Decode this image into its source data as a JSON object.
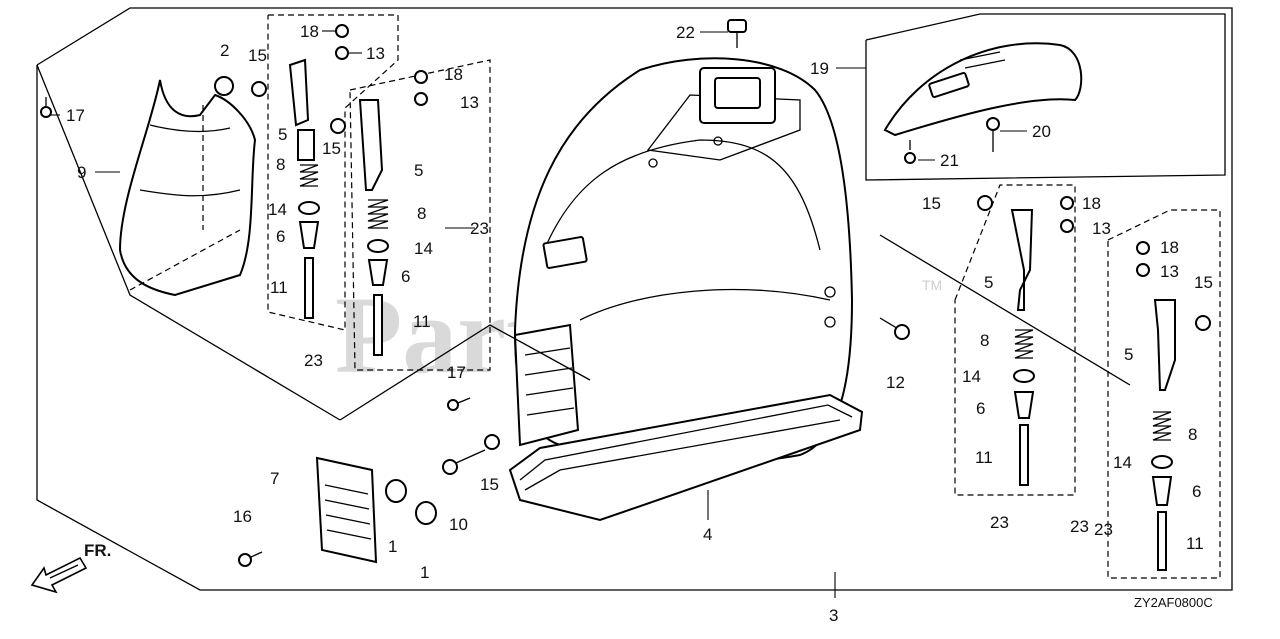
{
  "watermark": {
    "text": "PartsTree",
    "tm": "TM"
  },
  "diagram_code": "ZY2AF0800C",
  "direction": {
    "label": "FR."
  },
  "callouts": [
    {
      "n": "22"
    },
    {
      "n": "19"
    },
    {
      "n": "20"
    },
    {
      "n": "21"
    },
    {
      "n": "18"
    },
    {
      "n": "13"
    },
    {
      "n": "2"
    },
    {
      "n": "15"
    },
    {
      "n": "17"
    },
    {
      "n": "9"
    },
    {
      "n": "5"
    },
    {
      "n": "8"
    },
    {
      "n": "14"
    },
    {
      "n": "6"
    },
    {
      "n": "11"
    },
    {
      "n": "23"
    },
    {
      "n": "18"
    },
    {
      "n": "13"
    },
    {
      "n": "15"
    },
    {
      "n": "5"
    },
    {
      "n": "8"
    },
    {
      "n": "14"
    },
    {
      "n": "6"
    },
    {
      "n": "11"
    },
    {
      "n": "23"
    },
    {
      "n": "23"
    },
    {
      "n": "15"
    },
    {
      "n": "18"
    },
    {
      "n": "13"
    },
    {
      "n": "5"
    },
    {
      "n": "8"
    },
    {
      "n": "14"
    },
    {
      "n": "6"
    },
    {
      "n": "11"
    },
    {
      "n": "23"
    },
    {
      "n": "18"
    },
    {
      "n": "13"
    },
    {
      "n": "15"
    },
    {
      "n": "5"
    },
    {
      "n": "8"
    },
    {
      "n": "14"
    },
    {
      "n": "6"
    },
    {
      "n": "11"
    },
    {
      "n": "23"
    },
    {
      "n": "12"
    },
    {
      "n": "17"
    },
    {
      "n": "7"
    },
    {
      "n": "16"
    },
    {
      "n": "1"
    },
    {
      "n": "1"
    },
    {
      "n": "10"
    },
    {
      "n": "15"
    },
    {
      "n": "4"
    },
    {
      "n": "3"
    }
  ]
}
